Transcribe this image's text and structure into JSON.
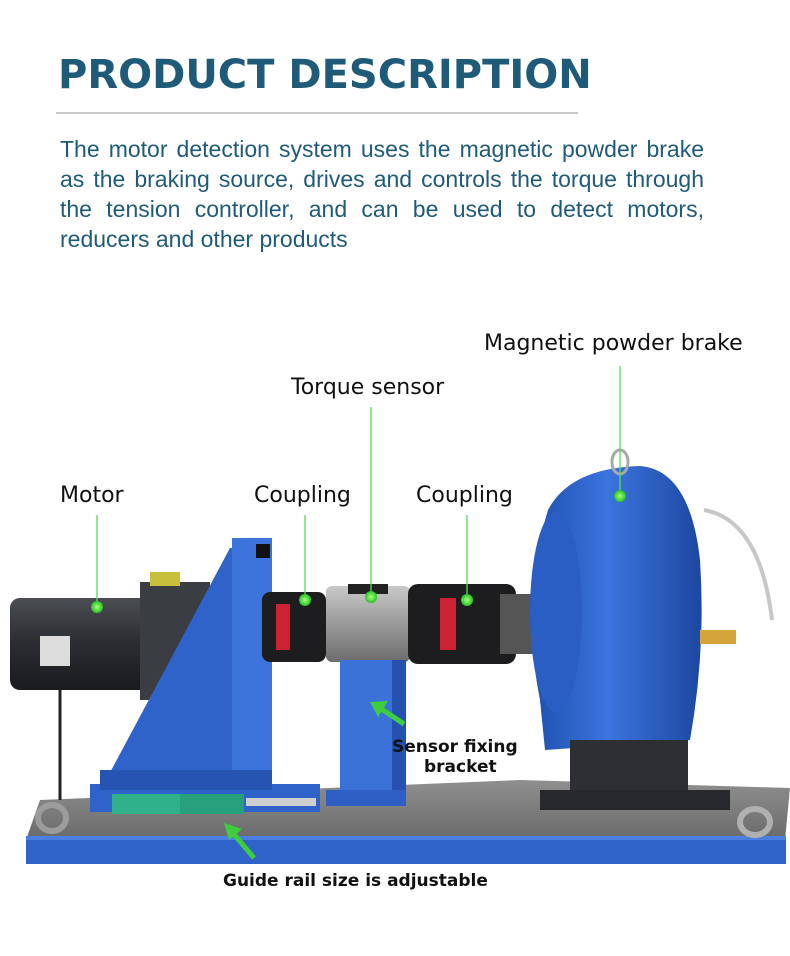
{
  "header": {
    "title": "PRODUCT DESCRIPTION",
    "description": "The motor detection system uses the magnetic powder brake as the braking source, drives and controls the torque through the tension controller, and can be used to detect motors, reducers and other products"
  },
  "callouts": {
    "magnetic_powder_brake": "Magnetic powder brake",
    "torque_sensor": "Torque sensor",
    "motor": "Motor",
    "coupling_left": "Coupling",
    "coupling_right": "Coupling",
    "sensor_fixing_bracket_line1": "Sensor fixing",
    "sensor_fixing_bracket_line2": "bracket",
    "guide_rail": "Guide rail size is adjustable"
  },
  "colors": {
    "title_blue": "#1f5b78",
    "machine_blue": "#2f63c9",
    "callout_green": "#33cc33"
  }
}
